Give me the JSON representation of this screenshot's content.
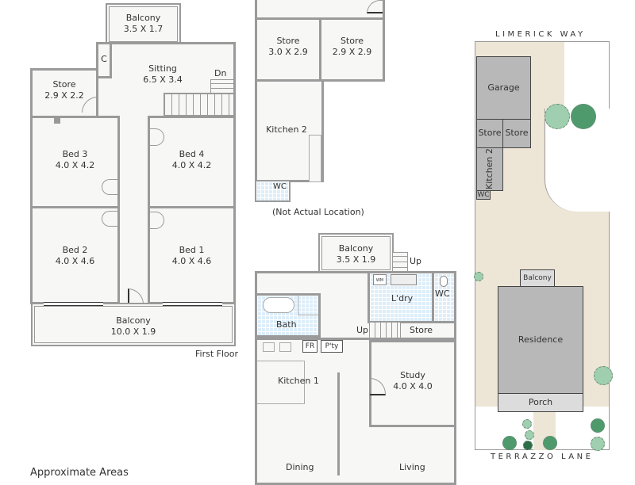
{
  "first_floor": {
    "caption": "First Floor",
    "rooms": [
      {
        "name": "Balcony",
        "dims": "3.5 X 1.7"
      },
      {
        "name": "Sitting",
        "dims": "6.5 X 3.4"
      },
      {
        "name": "Store",
        "dims": "2.9 X 2.2"
      },
      {
        "name": "C"
      },
      {
        "name": "Bed 3",
        "dims": "4.0 X 4.2"
      },
      {
        "name": "Bed 4",
        "dims": "4.0 X 4.2"
      },
      {
        "name": "Bed 2",
        "dims": "4.0 X 4.6"
      },
      {
        "name": "Bed 1",
        "dims": "4.0 X 4.6"
      },
      {
        "name": "Balcony",
        "dims": "10.0 X 1.9"
      }
    ],
    "stair_label": "Dn"
  },
  "outbuilding": {
    "caption": "(Not Actual Location)",
    "rooms": [
      {
        "name": "Store",
        "dims": "3.0 X 2.9"
      },
      {
        "name": "Store",
        "dims": "2.9 X 2.9"
      },
      {
        "name": "Kitchen 2"
      },
      {
        "name": "WC"
      }
    ]
  },
  "ground_floor": {
    "rooms": [
      {
        "name": "Balcony",
        "dims": "3.5 X 1.9"
      },
      {
        "name": "L'dry"
      },
      {
        "name": "WC"
      },
      {
        "name": "Bath"
      },
      {
        "name": "Store"
      },
      {
        "name": "FR"
      },
      {
        "name": "P'ty"
      },
      {
        "name": "Kitchen 1"
      },
      {
        "name": "Study",
        "dims": "4.0 X 4.0"
      },
      {
        "name": "Dining"
      },
      {
        "name": "Living"
      },
      {
        "name": "WM"
      }
    ],
    "stair_labels": [
      "Up",
      "Up"
    ]
  },
  "site_plan": {
    "street_top": "LIMERICK WAY",
    "street_bottom": "TERRAZZO LANE",
    "labels": [
      "Garage",
      "Store",
      "Store",
      "Kitchen 2",
      "WC",
      "Balcony",
      "Residence",
      "Porch"
    ],
    "colors": {
      "ground": "#ede5d6",
      "building": "#b8b8b8",
      "light_building": "#dcdcdc",
      "tree_light": "#9fcfae",
      "tree_dark": "#4e9a6c"
    }
  },
  "footer": {
    "areas_title": "Approximate Areas"
  }
}
